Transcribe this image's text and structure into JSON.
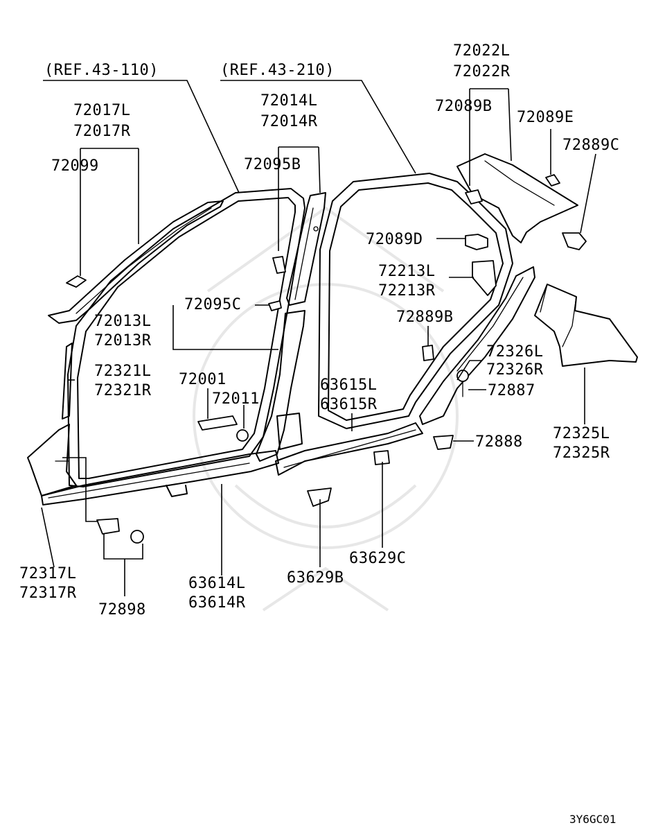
{
  "diagram": {
    "refs": [
      "(REF.43-110)",
      "(REF.43-210)"
    ],
    "parts": [
      "72022L",
      "72022R",
      "72089B",
      "72089E",
      "72889C",
      "72014L",
      "72014R",
      "72095B",
      "72017L",
      "72017R",
      "72099",
      "72089D",
      "72213L",
      "72213R",
      "72095C",
      "72013L",
      "72013R",
      "72889B",
      "72326L",
      "72326R",
      "72887",
      "72321L",
      "72321R",
      "72001",
      "72011",
      "63615L",
      "63615R",
      "72888",
      "72325L",
      "72325R",
      "63629C",
      "72317L",
      "72317R",
      "63614L",
      "63614R",
      "63629B",
      "72898"
    ],
    "figure_code": "3Y6GC01"
  }
}
